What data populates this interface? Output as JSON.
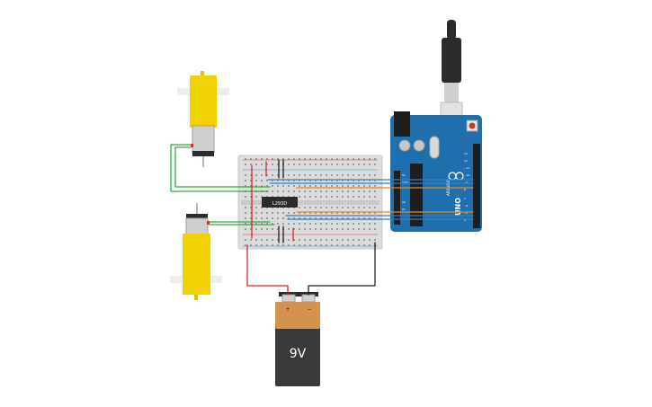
{
  "battery": {
    "label": "9V",
    "plus": "+",
    "minus": "−"
  },
  "chip": {
    "label": "L293D"
  },
  "arduino": {
    "board_text": "UNO",
    "brand_text": "ARDUINO"
  },
  "colors": {
    "wire_red": "#d4272b",
    "wire_black": "#222222",
    "wire_green": "#3aa640",
    "wire_blue": "#2f7fc6",
    "wire_orange": "#e08a1e",
    "arduino_blue": "#1f6fad",
    "motor_yellow": "#f2d100",
    "battery_copper": "#d3924d",
    "battery_body": "#3a3a3a"
  }
}
